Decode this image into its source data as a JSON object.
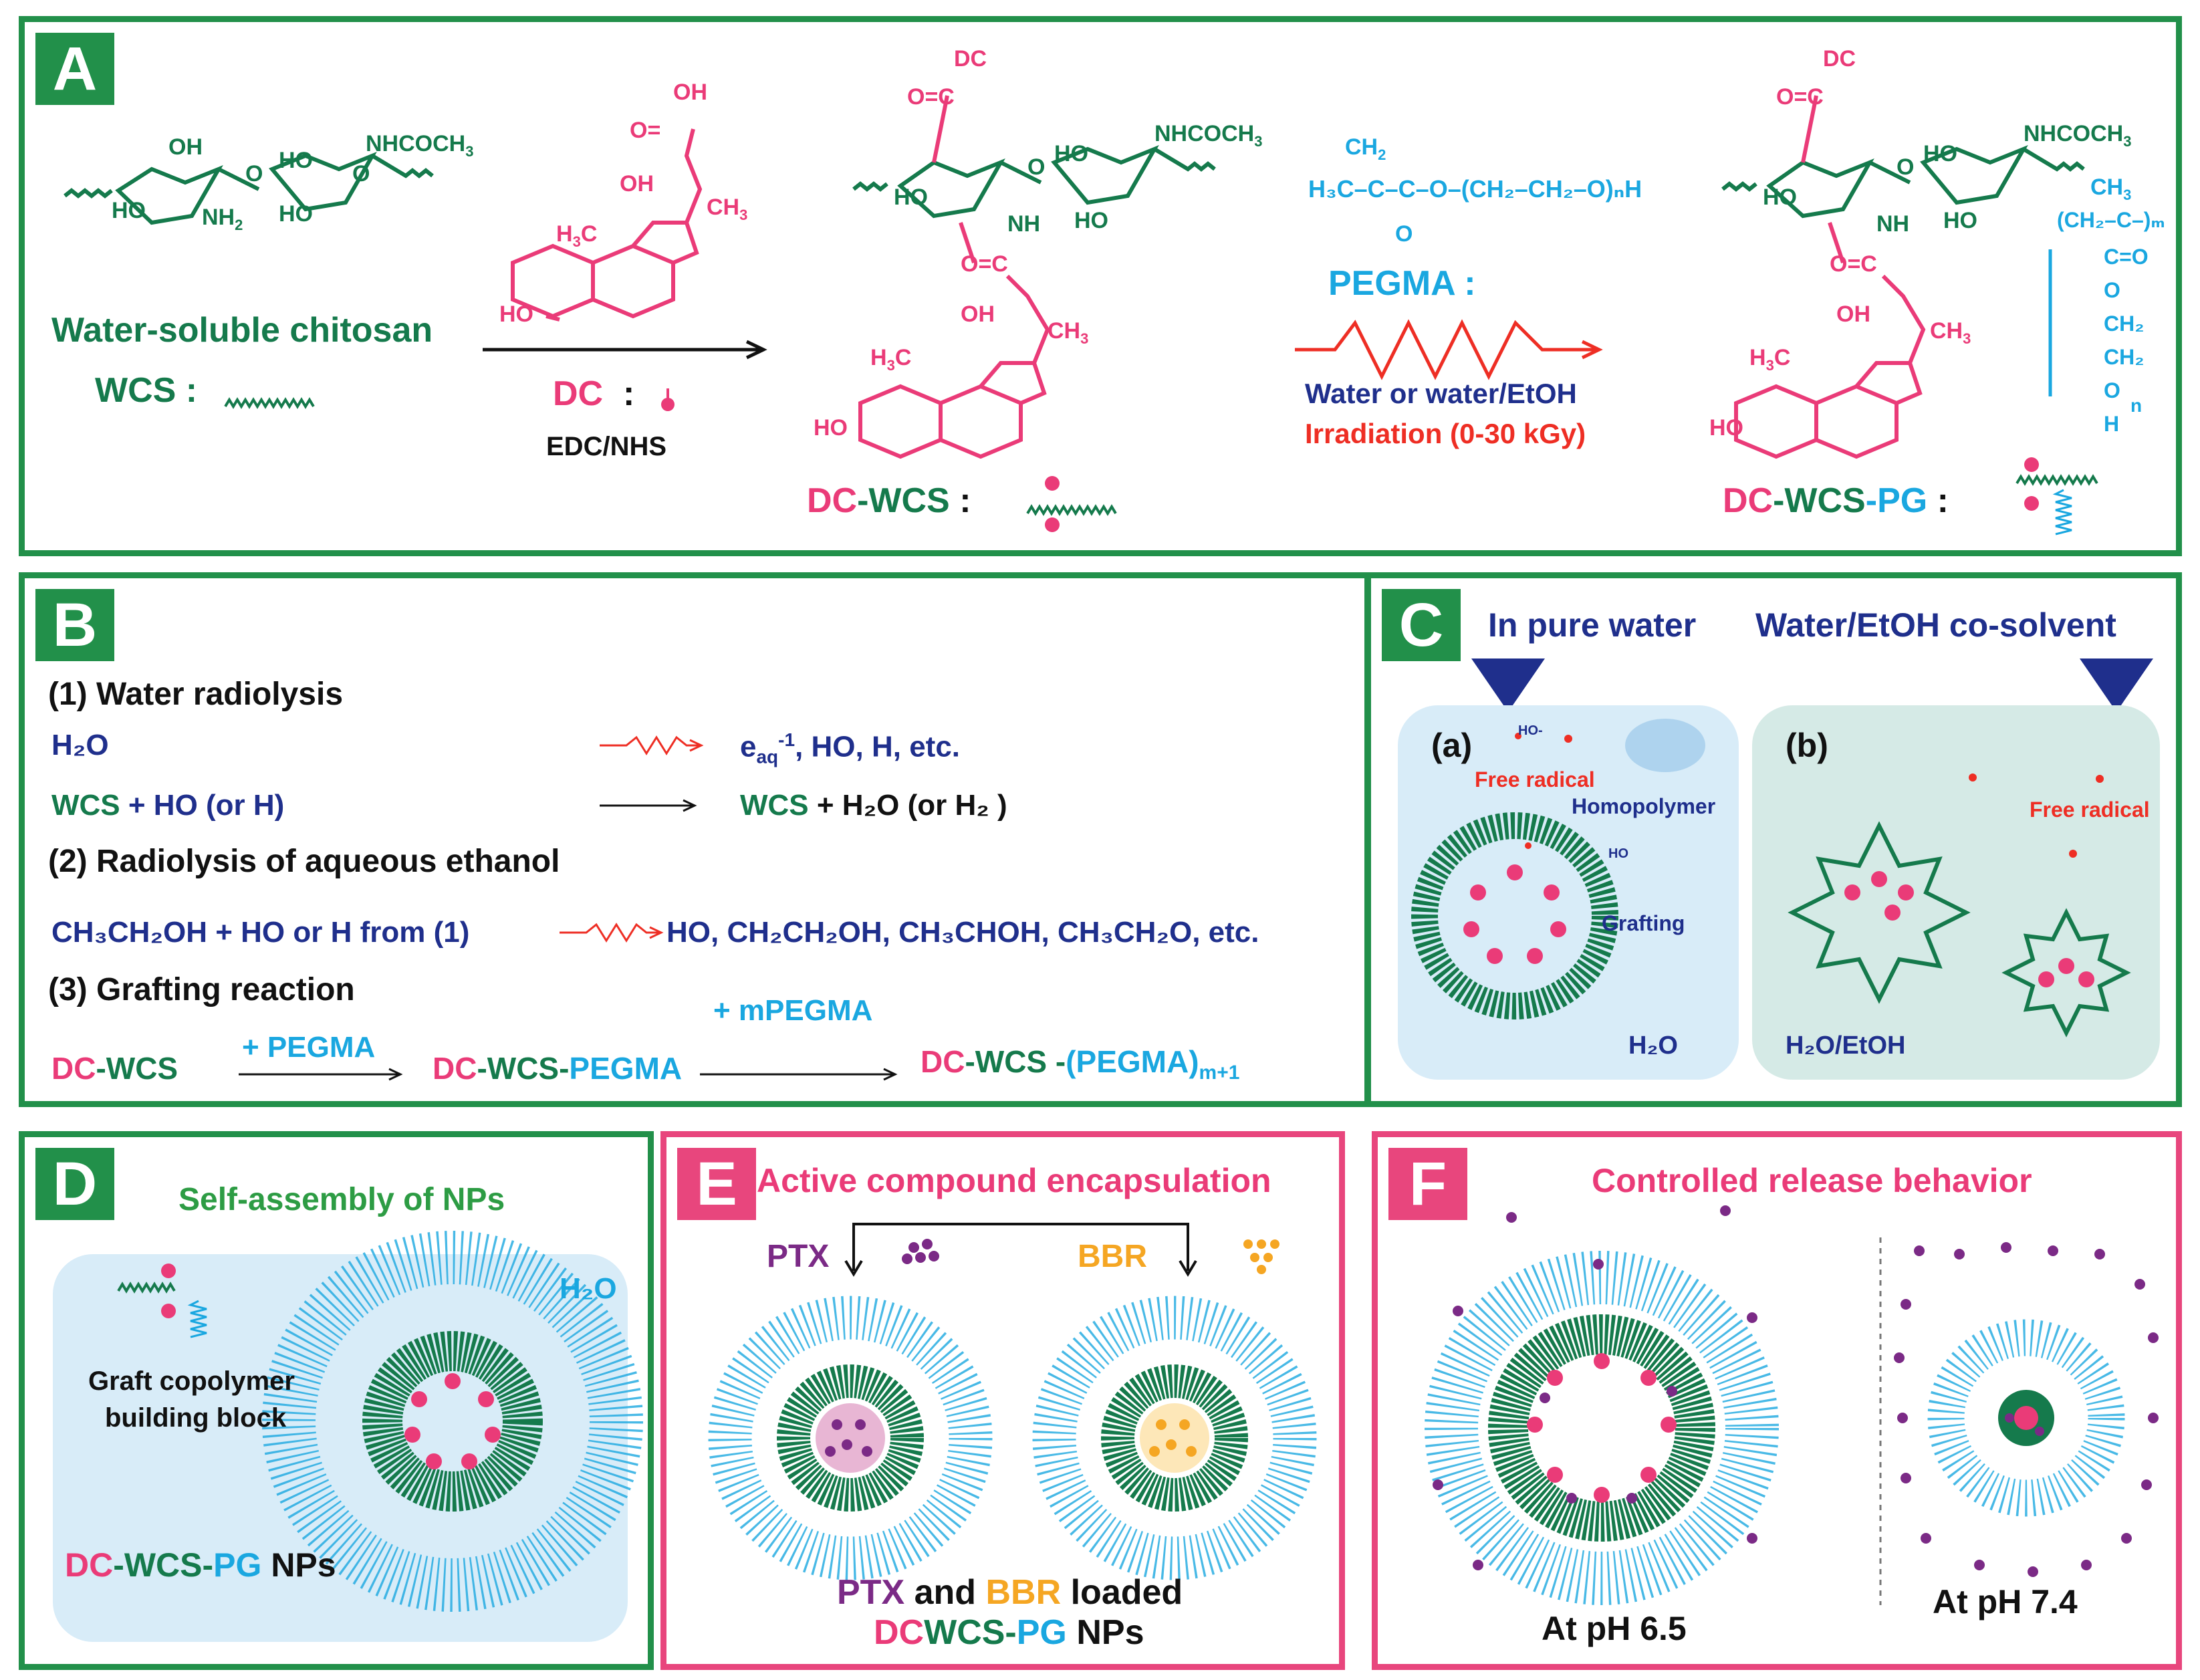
{
  "panels": {
    "A": {
      "letter": "A",
      "wcs_name": "Water-soluble chitosan",
      "wcs_label": "WCS :",
      "ho1": "HO",
      "nh2": "NH",
      "nh2_sub": "2",
      "oh1": "OH",
      "o1": "O",
      "o2": "O",
      "ho2": "HO",
      "ho3": "HO",
      "nhcoch3": "NHCOCH",
      "sub3": "3",
      "dc_oh_top": "OH",
      "dc_o_eq": "O=",
      "dc_oh_mid": "OH",
      "dc_ch3": "CH",
      "dc_h3c": "H",
      "dc_c": "C",
      "dc_ho": "HO",
      "dc_label": "DC",
      "dc_colon": ":",
      "reagent": "EDC/NHS",
      "m_dc": "DC",
      "m_oc": "O=C",
      "m_nh": "NH",
      "m_oc2": "O=C",
      "m_ho": "HO",
      "m_ho2": "HO",
      "m_o": "O",
      "m_oh": "OH",
      "m_ch3": "CH",
      "m_h3c": "H",
      "m_ho3": "HO",
      "dcwcs_dc": "DC",
      "dcwcs_wcs": "-WCS",
      "dcwcs_colon": ":",
      "pegma_ch2": "CH",
      "pegma_formula": "H₃C–C–C–O–(CH₂–CH₂–O)ₙH",
      "pegma_o": "O",
      "pegma_label": "PEGMA :",
      "solvent": "Water or water/EtOH",
      "irradiation": "Irradiation (0-30 kGy)",
      "f_dc": "DC",
      "f_dcwcs": "-WCS",
      "f_pg": "-PG",
      "f_colon": ":",
      "f_ch3a": "CH",
      "f_ch2m": "(CH₂–C–)ₘ",
      "f_ceq": "C=O",
      "f_o": "O",
      "f_ch2a": "CH₂",
      "f_ch2b": "CH₂",
      "f_o2": "O",
      "f_h": "H",
      "f_n": "n"
    },
    "B": {
      "letter": "B",
      "s1": "(1) Water radiolysis",
      "h2o": "H₂O",
      "prod1": "e",
      "prod1_sub": "aq",
      "prod1_sup": "-1",
      "prod1_rest": ", HO, H, etc.",
      "r2_wcs": "WCS",
      "r2_rest": " + HO (or H)",
      "r2_wcs2": "WCS",
      "r2_prod": " + H₂O (or H₂ )",
      "s2": "(2) Radiolysis of aqueous ethanol",
      "r3_lhs": "CH₃CH₂OH + HO or H from (1)",
      "r3_rhs": "HO,  CH₂CH₂OH, CH₃CHOH, CH₃CH₂O, etc.",
      "s3": "(3) Grafting reaction",
      "g_dc1": "DC",
      "g_wcs1": "-WCS",
      "g_plus1": "+ PEGMA",
      "g_dc2": "DC",
      "g_wcs2": "-WCS-",
      "g_pegma2": "PEGMA",
      "g_plus2": "+ mPEGMA",
      "g_dc3": "DC",
      "g_wcs3": "-WCS -",
      "g_pegma3": "(PEGMA)",
      "g_sub3": "m+1"
    },
    "C": {
      "letter": "C",
      "head_a": "In pure water",
      "head_b": "Water/EtOH co-solvent",
      "a_label": "(a)",
      "b_label": "(b)",
      "ho_a": "HO-",
      "free_radical_a": "Free radical",
      "homopolymer": "Homopolymer",
      "ho_b": "HO",
      "grafting": "Grafting",
      "h2o": "H₂O",
      "free_radical_b": "Free radical",
      "h2o_etoh": "H₂O/EtOH"
    },
    "D": {
      "letter": "D",
      "title": "Self-assembly of NPs",
      "h2o": "H₂O",
      "graft1": "Graft copolymer",
      "graft2": "building block",
      "np_dc": "DC",
      "np_wcs": "-WCS-",
      "np_pg": "PG",
      "np_rest": " NPs"
    },
    "E": {
      "letter": "E",
      "title": "Active compound encapsulation",
      "ptx": "PTX",
      "bbr": "BBR",
      "l1_ptx": "PTX",
      "l1_and": " and ",
      "l1_bbr": "BBR",
      "l1_loaded": " loaded",
      "l2_dc": "DC",
      "l2_wcs": "WCS-",
      "l2_pg": "PG",
      "l2_nps": " NPs"
    },
    "F": {
      "letter": "F",
      "title": "Controlled release behavior",
      "ph65": "At pH 6.5",
      "ph74": "At pH 7.4"
    }
  },
  "colors": {
    "green": "#22904a",
    "dark_green": "#157a4c",
    "pink": "#ea3b78",
    "cyan": "#1aa7e0",
    "navy": "#1f2f8c",
    "red": "#ee2e24",
    "orange": "#f5a623",
    "purple": "#7b2a86",
    "light_blue": "#d8ecf8"
  }
}
